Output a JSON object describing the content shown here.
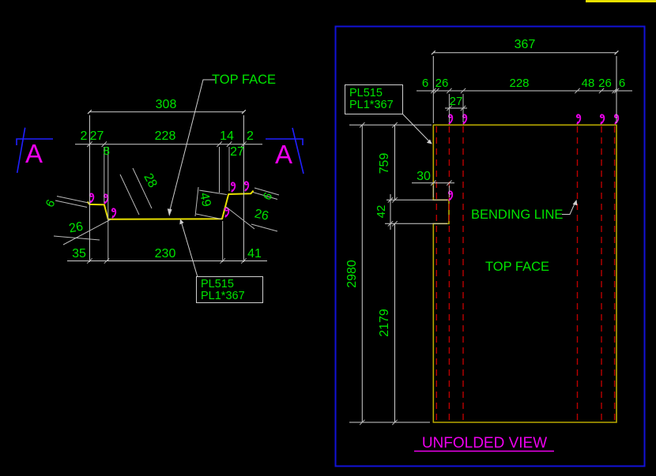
{
  "drawing": {
    "section_view": {
      "section_marker_left": "A",
      "section_marker_right": "A",
      "top_face_label": "TOP FACE",
      "plate_label_line1": "PL515",
      "plate_label_line2": "PL1*367",
      "dim_overall": "308",
      "dim_row": [
        "2",
        "27",
        "228",
        "14",
        "2"
      ],
      "dim_left_web": "8",
      "dim_right_flange": "27",
      "dim_bottom": [
        "35",
        "230",
        "41"
      ],
      "dim_left_edge": "6",
      "dim_left_slope": "28",
      "dim_left_diag": "26",
      "dim_right_slope": "49",
      "dim_right_diag": "26",
      "dim_right_edge": "6"
    },
    "unfolded_view": {
      "title": "UNFOLDED VIEW",
      "top_face_label": "TOP FACE",
      "bending_line_label": "BENDING LINE",
      "plate_label_line1": "PL515",
      "plate_label_line2": "PL1*367",
      "dim_overall_width": "367",
      "dim_width_row": [
        "6",
        "26",
        "228",
        "48",
        "26",
        "6"
      ],
      "dim_width_inner": "27",
      "dim_notch_width": "30",
      "dim_notch_height": "42",
      "dim_height_total": "2980",
      "dim_height_top": "759",
      "dim_height_bottom": "2179"
    },
    "colors": {
      "dimension_text_green": "#00e400",
      "annotation_magenta": "#ee00ee",
      "viewport_blue": "#1212d8",
      "section_profile_yellow": "#e8e000",
      "unfolded_outline_olive": "#b8a800",
      "bending_line_red": "#bb0000",
      "dimension_line_gray": "#cfcfcf",
      "background": "#000000"
    }
  }
}
